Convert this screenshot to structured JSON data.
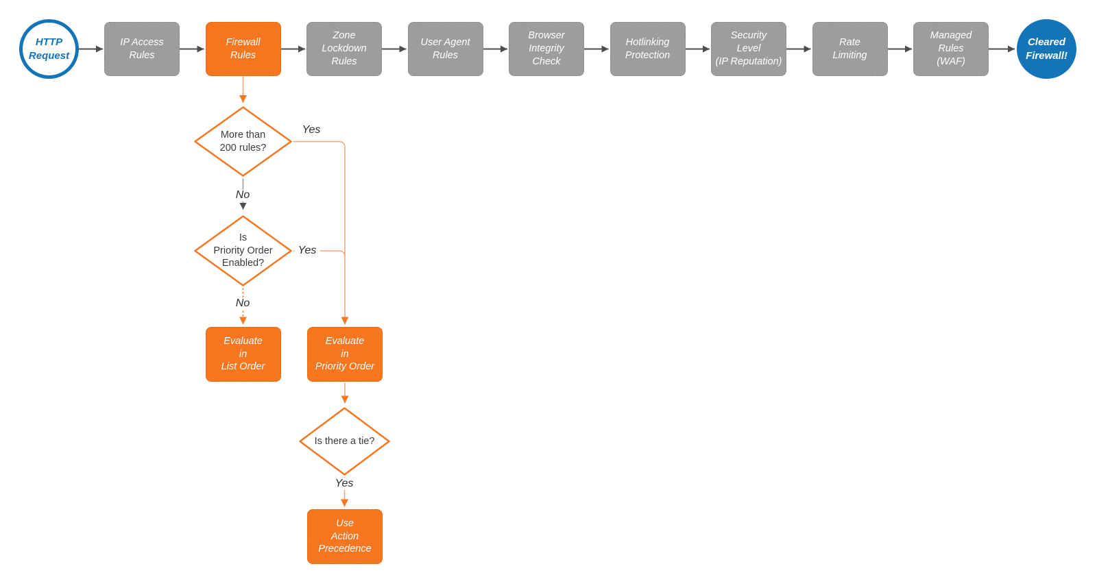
{
  "flowchart": {
    "pipeline": [
      {
        "id": "http-request",
        "label": "HTTP\nRequest"
      },
      {
        "id": "ip-access-rules",
        "label": "IP Access\nRules"
      },
      {
        "id": "firewall-rules",
        "label": "Firewall\nRules"
      },
      {
        "id": "zone-lockdown-rules",
        "label": "Zone\nLockdown\nRules"
      },
      {
        "id": "user-agent-rules",
        "label": "User Agent\nRules"
      },
      {
        "id": "browser-integrity-check",
        "label": "Browser\nIntegrity\nCheck"
      },
      {
        "id": "hotlinking-protection",
        "label": "Hotlinking\nProtection"
      },
      {
        "id": "security-level-ip-reputation",
        "label": "Security\nLevel\n(IP Reputation)"
      },
      {
        "id": "rate-limiting",
        "label": "Rate\nLimiting"
      },
      {
        "id": "managed-rules-waf",
        "label": "Managed\nRules\n(WAF)"
      },
      {
        "id": "cleared-firewall",
        "label": "Cleared\nFirewall!"
      }
    ],
    "decisions": [
      {
        "id": "more-than-200-rules",
        "label": "More than\n200 rules?"
      },
      {
        "id": "priority-order-enabled",
        "label": "Is\nPriority Order\nEnabled?"
      },
      {
        "id": "is-there-a-tie",
        "label": "Is there a tie?"
      }
    ],
    "actions": [
      {
        "id": "evaluate-in-list-order",
        "label": "Evaluate\nin\nList Order"
      },
      {
        "id": "evaluate-in-priority-order",
        "label": "Evaluate\nin\nPriority Order"
      },
      {
        "id": "use-action-precedence",
        "label": "Use\nAction\nPrecedence"
      }
    ],
    "edge_labels": {
      "more_than_200_yes": "Yes",
      "more_than_200_no": "No",
      "priority_enabled_yes": "Yes",
      "priority_enabled_no": "No",
      "tie_yes": "Yes"
    },
    "colors": {
      "orange_node": "#F7761F",
      "orange_line_light": "#F9A57B",
      "gray_node": "#9D9D9D",
      "blue": "#1375B7",
      "arrow_dark": "#4D4D4D",
      "edge_label_text": "#2E2E2E",
      "background": "#FFFFFF"
    }
  }
}
